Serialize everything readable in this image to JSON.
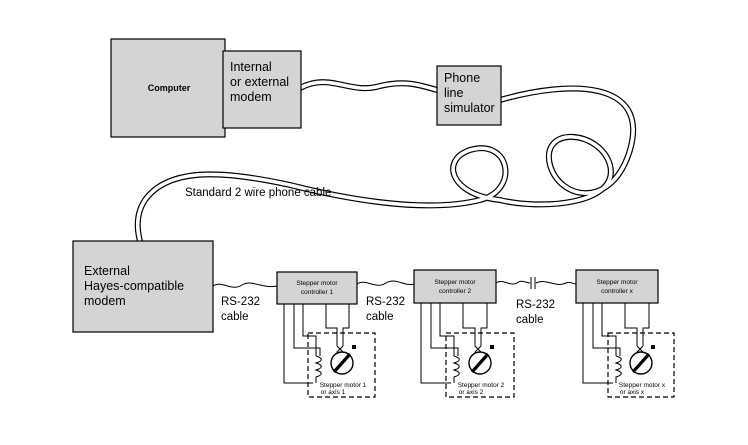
{
  "computer": "Computer",
  "modem_internal": [
    "Internal",
    "or external",
    "modem"
  ],
  "simulator": [
    "Phone",
    "line",
    "simulator"
  ],
  "phone_cable": "Standard 2 wire phone cable",
  "external_modem": [
    "External",
    "Hayes-compatible",
    "modem"
  ],
  "rs232": [
    [
      "RS-232",
      "cable"
    ],
    [
      "RS-232",
      "cable"
    ],
    [
      "RS-232",
      "cable"
    ]
  ],
  "controllers": [
    [
      "Stepper motor",
      "controller 1"
    ],
    [
      "Stepper motor",
      "controller 2"
    ],
    [
      "Stepper motor",
      "controller x"
    ]
  ],
  "motors": [
    [
      "Stepper motor 1",
      "or axis 1"
    ],
    [
      "Stepper motor 2",
      "or axis 2"
    ],
    [
      "Stepper motor x",
      "or axis x"
    ]
  ]
}
